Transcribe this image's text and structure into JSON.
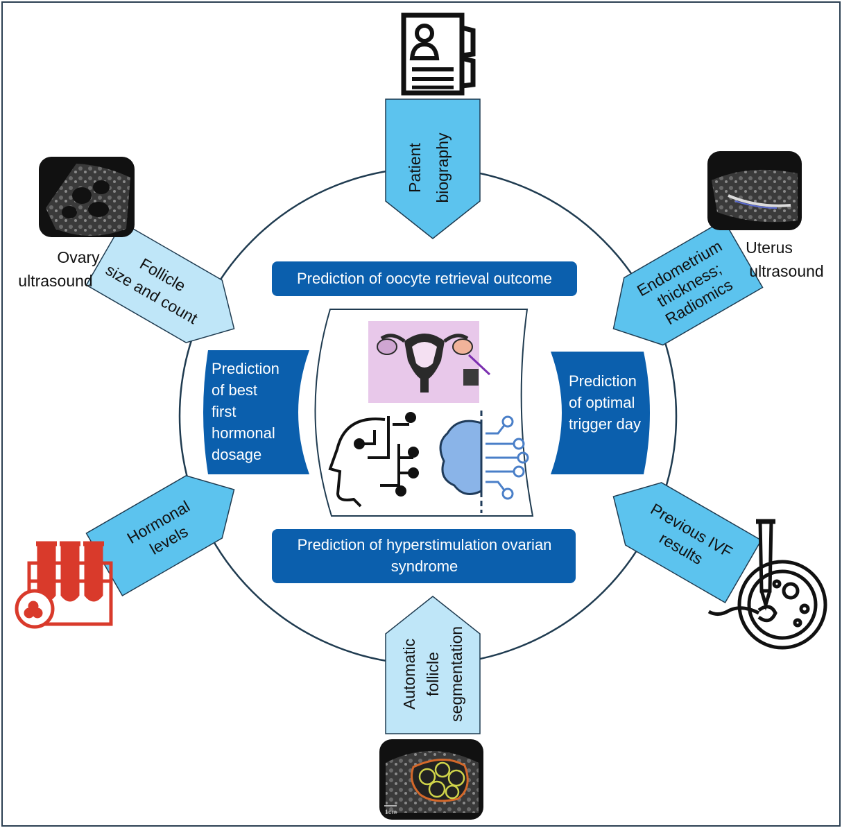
{
  "colors": {
    "dark_blue": "#0b5fad",
    "light_blue": "#bfe6f8",
    "mid_blue": "#5cc3ee",
    "outline": "#1f3b50",
    "lab_red": "#d93a2b",
    "pink_panel": "#e8c8ea"
  },
  "inputs": {
    "patient_biography": [
      "Patient",
      "biography"
    ],
    "follicle": [
      "Follicle",
      "size and count"
    ],
    "endometrium": [
      "Endometrium",
      "thickness;",
      "Radiomics"
    ],
    "hormonal": [
      "Hormonal",
      "levels"
    ],
    "previous_ivf": [
      "Previous IVF",
      "results"
    ],
    "segmentation": [
      "Automatic",
      "follicle",
      "segmentation"
    ]
  },
  "image_labels": {
    "ovary": [
      "Ovary",
      "ultrasound"
    ],
    "uterus": [
      "Uterus",
      "ultrasound"
    ],
    "scale_text": "1cm"
  },
  "predictions": {
    "oocyte": "Prediction of oocyte retrieval outcome",
    "ohss": [
      "Prediction of hyperstimulation ovarian",
      "syndrome"
    ],
    "dosage": [
      "Prediction",
      "of best",
      "first",
      "hormonal",
      "dosage"
    ],
    "trigger": [
      "Prediction",
      "of optimal",
      "trigger day"
    ]
  },
  "icons": {
    "patient": "patient-record-icon",
    "lab": "test-tubes-icon",
    "petri": "petri-dish-pipette-icon",
    "ai_head": "ai-head-circuit-icon",
    "ai_brain": "ai-brain-icon",
    "uterus": "uterus-ovaries-icon"
  }
}
